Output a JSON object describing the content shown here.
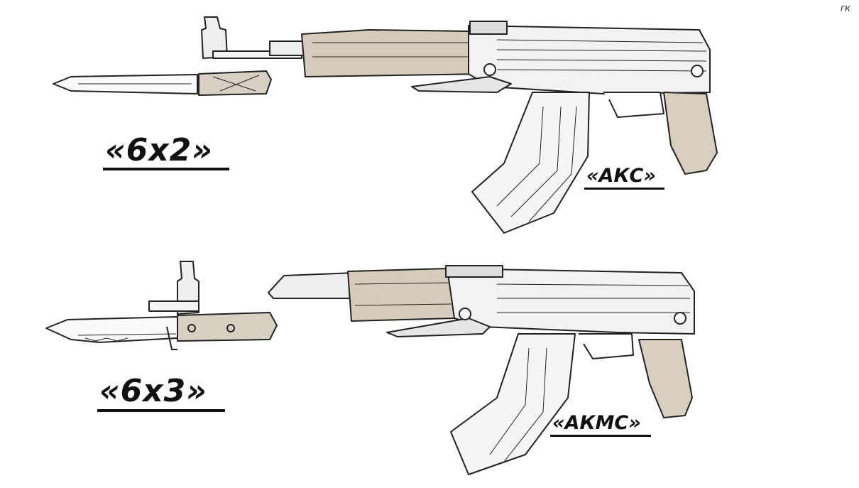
{
  "figure": {
    "corner_mark": "ГК",
    "top": {
      "bayonet_label": "«6х2»",
      "rifle_label": "«АКС»"
    },
    "bottom": {
      "bayonet_label": "«6х3»",
      "rifle_label": "«АКМС»"
    }
  },
  "colors": {
    "ink": "#111111",
    "wood": "#cfc6b8",
    "paper": "#ffffff"
  }
}
